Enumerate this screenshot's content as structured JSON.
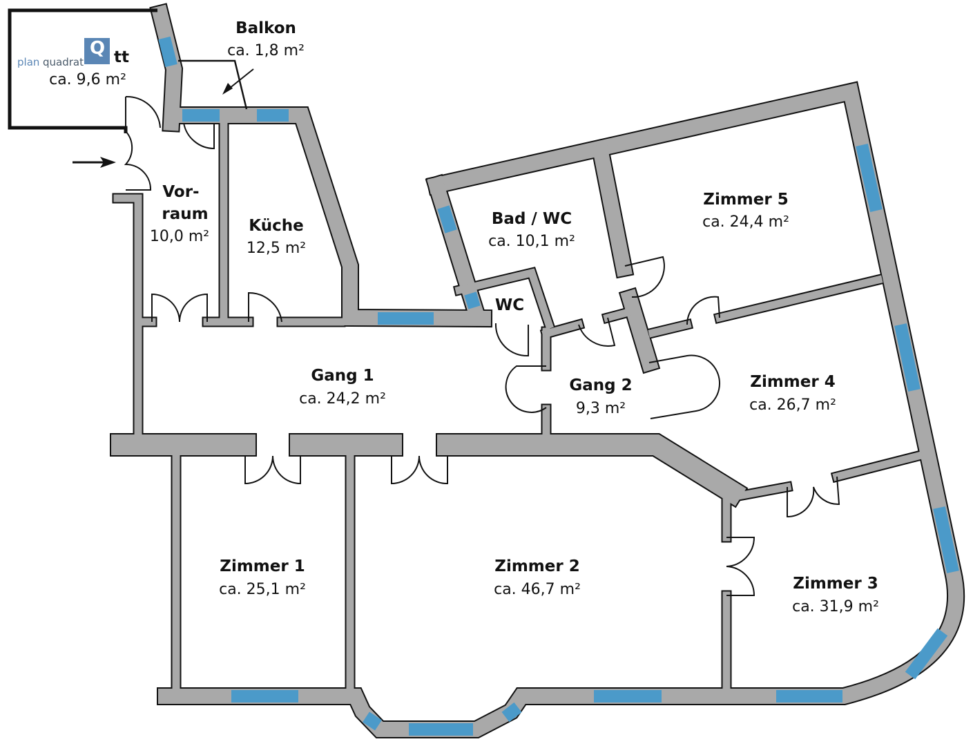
{
  "logo": {
    "word1": "plan",
    "word2": "quadrat",
    "mark": "Q",
    "brand_color": "#5a86b5"
  },
  "colors": {
    "wall": "#a9a9a9",
    "window": "#4b9ac9",
    "outline": "#111111"
  },
  "rooms": [
    {
      "name": "Balkon",
      "area": "ca. 1,8 m²"
    },
    {
      "name": "tt",
      "area": "ca. 9,6 m²"
    },
    {
      "name_line1": "Vor-",
      "name_line2": "raum",
      "area": "10,0 m²"
    },
    {
      "name": "Küche",
      "area": "12,5 m²"
    },
    {
      "name": "Bad / WC",
      "area": "ca. 10,1 m²"
    },
    {
      "name": "WC"
    },
    {
      "name": "Zimmer 5",
      "area": "ca. 24,4 m²"
    },
    {
      "name": "Gang 1",
      "area": "ca. 24,2 m²"
    },
    {
      "name": "Gang 2",
      "area": "9,3 m²"
    },
    {
      "name": "Zimmer 4",
      "area": "ca. 26,7 m²"
    },
    {
      "name": "Zimmer 1",
      "area": "ca. 25,1 m²"
    },
    {
      "name": "Zimmer 2",
      "area": "ca. 46,7 m²"
    },
    {
      "name": "Zimmer 3",
      "area": "ca. 31,9 m²"
    }
  ]
}
